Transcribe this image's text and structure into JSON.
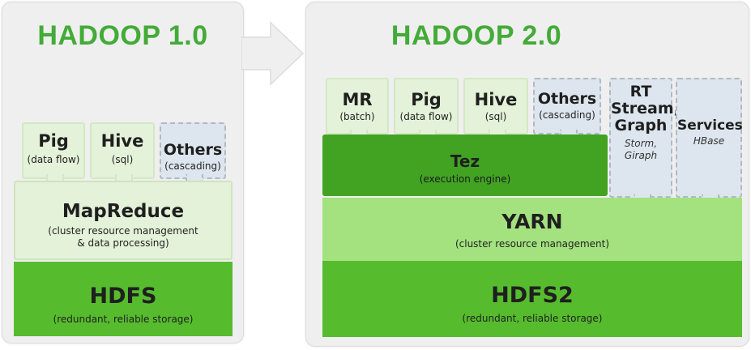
{
  "left": {
    "title": "HADOOP 1.0",
    "apps": [
      {
        "name": "Pig",
        "sub": "(data flow)"
      },
      {
        "name": "Hive",
        "sub": "(sql)"
      },
      {
        "name": "Others",
        "sub": "(cascading)"
      }
    ],
    "mapreduce": {
      "name": "MapReduce",
      "sub1": "(cluster resource management",
      "sub2": "& data processing)"
    },
    "hdfs": {
      "name": "HDFS",
      "sub": "(redundant, reliable storage)"
    }
  },
  "right": {
    "title": "HADOOP 2.0",
    "apps": [
      {
        "name": "MR",
        "sub": "(batch)"
      },
      {
        "name": "Pig",
        "sub": "(data flow)"
      },
      {
        "name": "Hive",
        "sub": "(sql)"
      },
      {
        "name": "Others",
        "sub": "(cascading)"
      }
    ],
    "tez": {
      "name": "Tez",
      "sub": "(execution engine)"
    },
    "rt": {
      "line1": "RT",
      "line2": "Stream,",
      "line3": "Graph",
      "sub1": "Storm,",
      "sub2": "Giraph"
    },
    "services": {
      "name": "Services",
      "sub": "HBase"
    },
    "yarn": {
      "name": "YARN",
      "sub": "(cluster resource management)"
    },
    "hdfs2": {
      "name": "HDFS2",
      "sub": "(redundant, reliable storage)"
    }
  },
  "colors": {
    "title_green": "#43ab38",
    "hdfs_green": "#56bc2e",
    "yarn_green": "#a3e27f",
    "tez_green": "#42a323",
    "app_light_green": "#e3f2d8",
    "other_gray_blue": "#dde6ee"
  }
}
